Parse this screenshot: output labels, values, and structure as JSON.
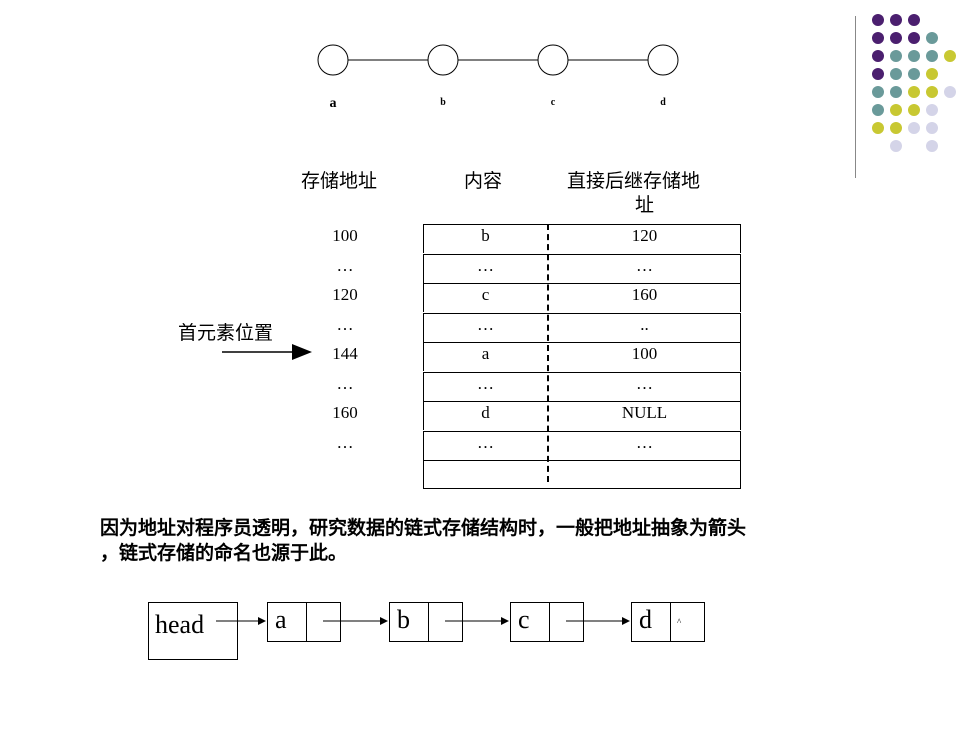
{
  "nodes": [
    "a",
    "b",
    "c",
    "d"
  ],
  "table": {
    "headers": {
      "address": "存储地址",
      "content": "内容",
      "next_line1": "直接后继存储地",
      "next_line2": "址"
    },
    "rows": [
      {
        "addr": "100",
        "content": "b",
        "next": "120"
      },
      {
        "addr": "…",
        "content": "…",
        "next": "…"
      },
      {
        "addr": "120",
        "content": "c",
        "next": "160"
      },
      {
        "addr": "…",
        "content": "…",
        "next": ".."
      },
      {
        "addr": "144",
        "content": "a",
        "next": "100"
      },
      {
        "addr": "…",
        "content": "…",
        "next": "…"
      },
      {
        "addr": "160",
        "content": "d",
        "next": "NULL"
      },
      {
        "addr": "…",
        "content": "…",
        "next": "…"
      },
      {
        "addr": "",
        "content": "",
        "next": ""
      }
    ],
    "pointer_label": "首元素位置"
  },
  "description": {
    "line1": "因为地址对程序员透明，研究数据的链式存储结构时，一般把地址抽象为箭头",
    "line2": "，链式存储的命名也源于此。"
  },
  "linked_list": {
    "head": "head",
    "items": [
      "a",
      "b",
      "c",
      "d"
    ],
    "null_mark": "^"
  },
  "colors": {
    "purple": "#4b1f6f",
    "teal": "#6a9a9a",
    "yellow": "#c8c832",
    "lavender": "#d4d4e8"
  }
}
